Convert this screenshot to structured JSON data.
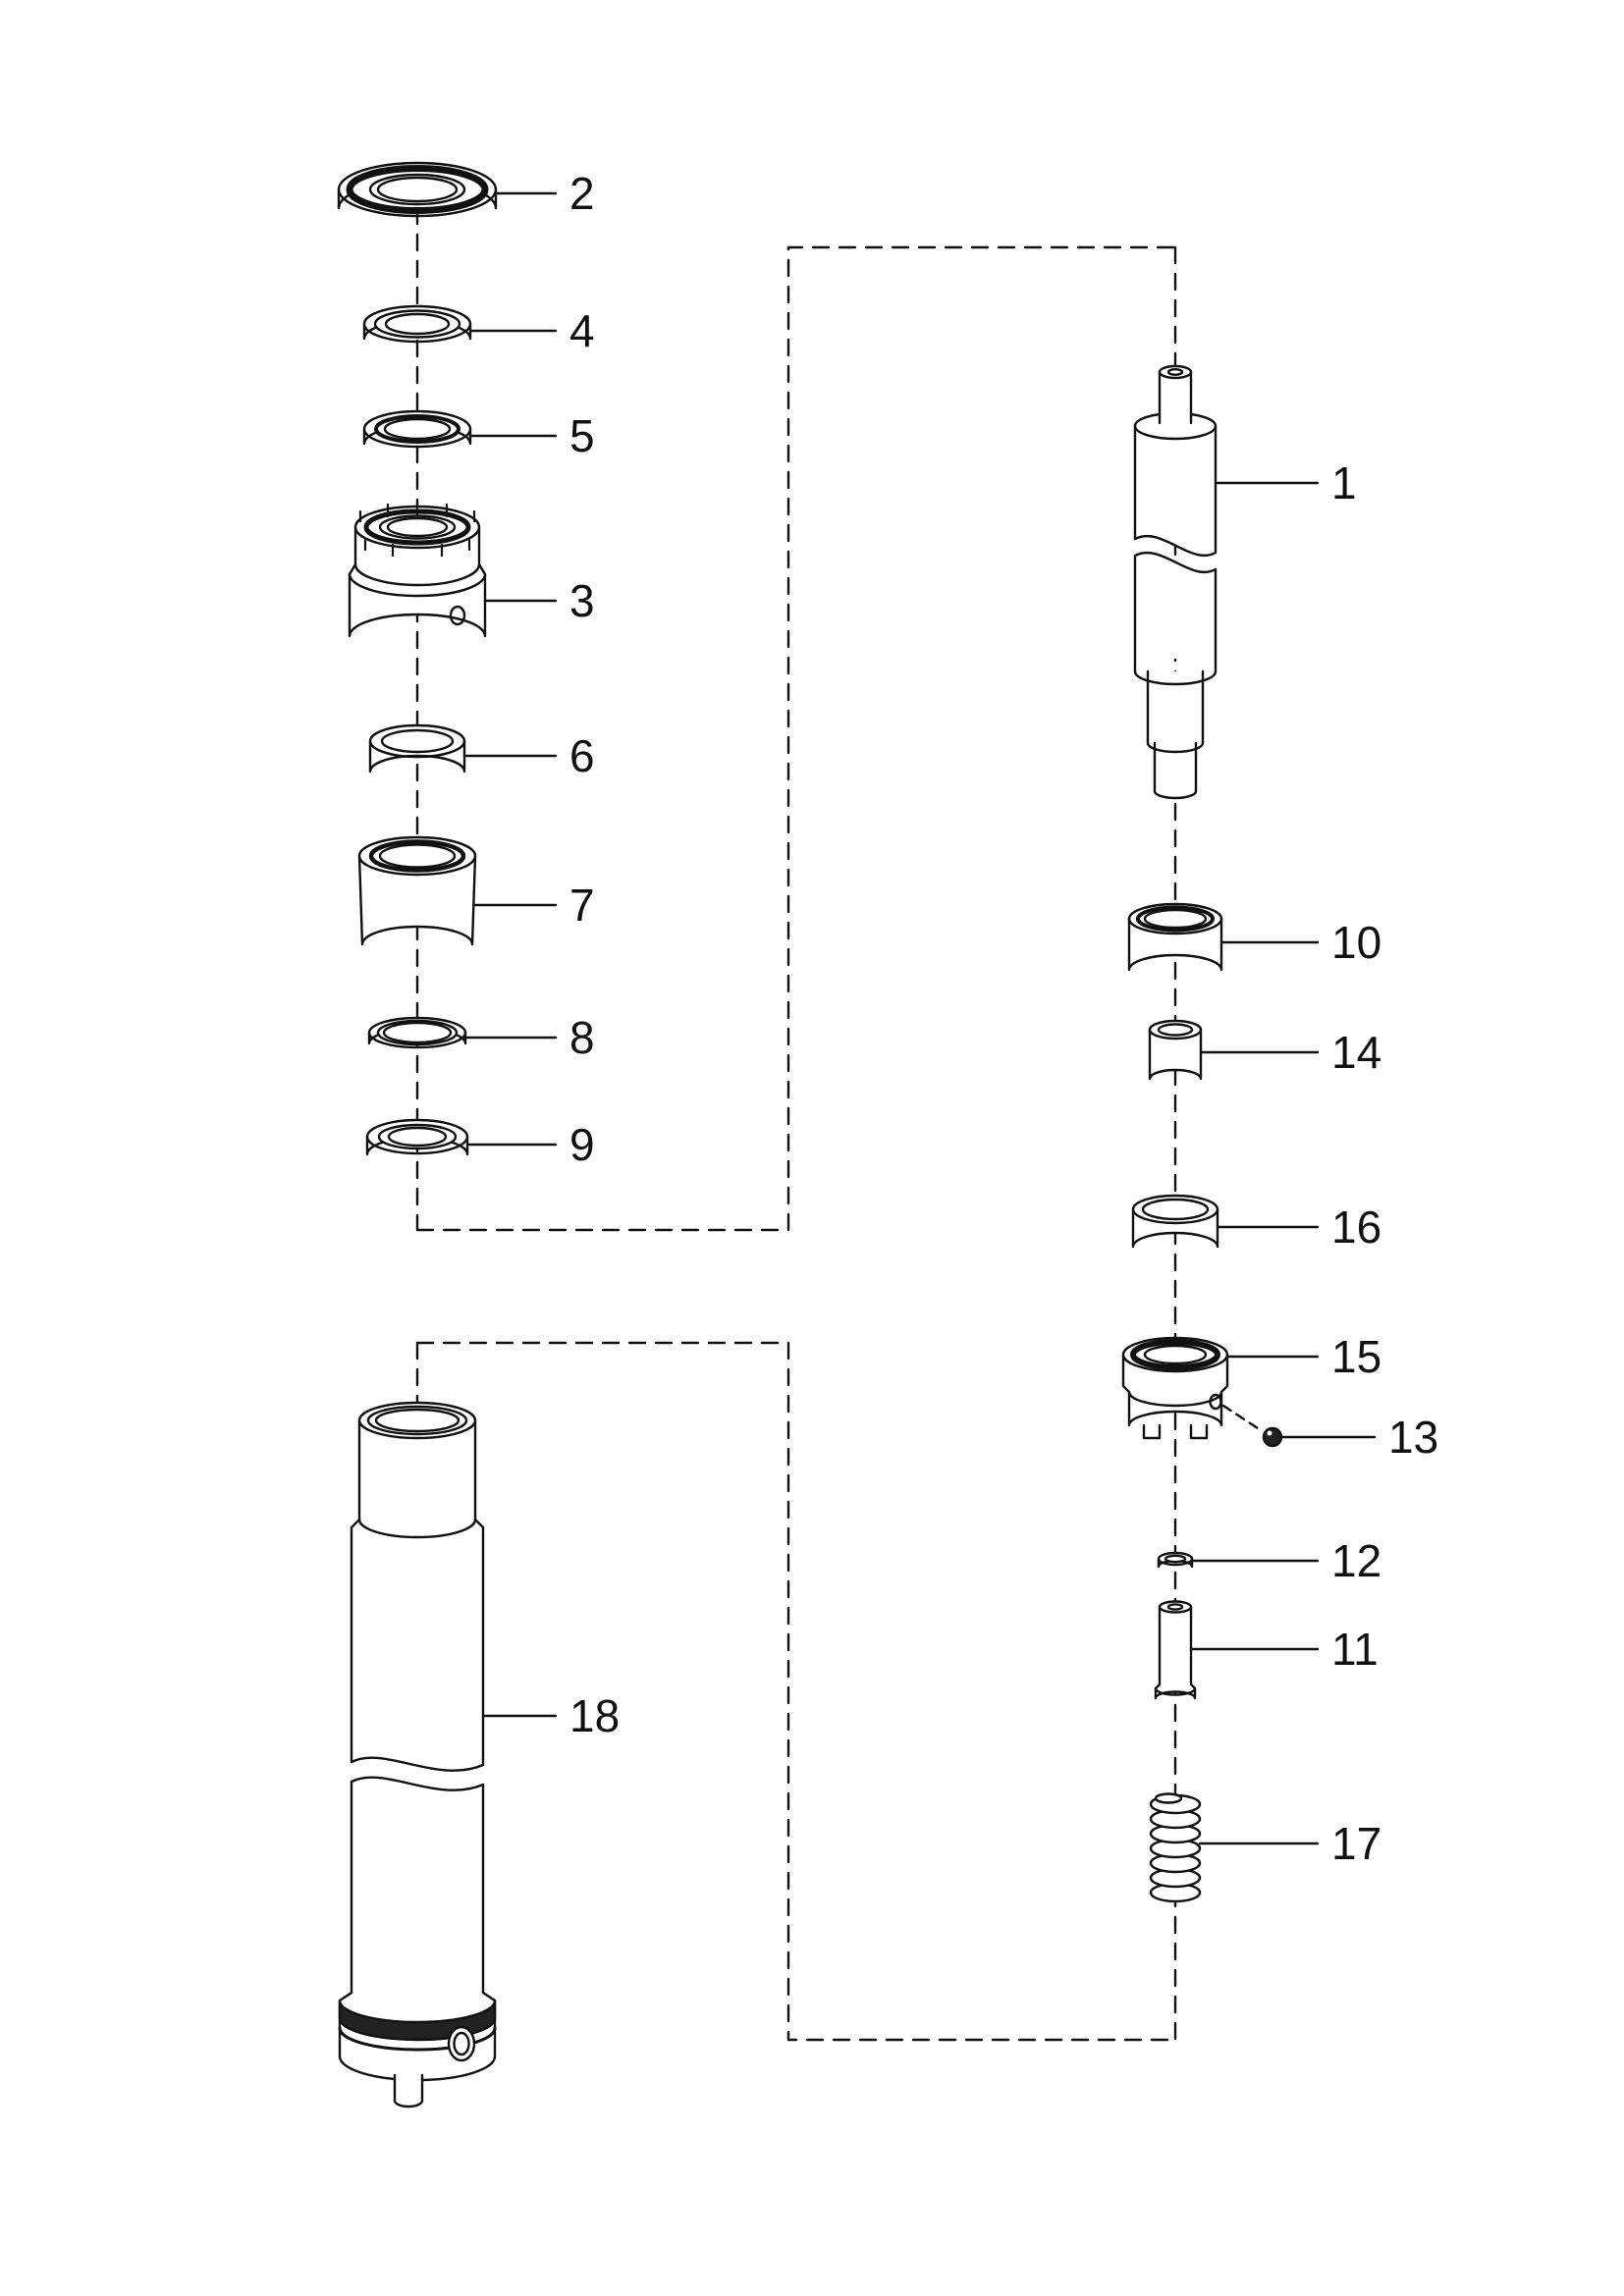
{
  "colors": {
    "line": "#111111",
    "background": "#ffffff",
    "dark_fill": "#222222"
  },
  "callouts": {
    "c1": "1",
    "c2": "2",
    "c3": "3",
    "c4": "4",
    "c5": "5",
    "c6": "6",
    "c7": "7",
    "c8": "8",
    "c9": "9",
    "c10": "10",
    "c11": "11",
    "c12": "12",
    "c13": "13",
    "c14": "14",
    "c15": "15",
    "c16": "16",
    "c17": "17",
    "c18": "18"
  }
}
